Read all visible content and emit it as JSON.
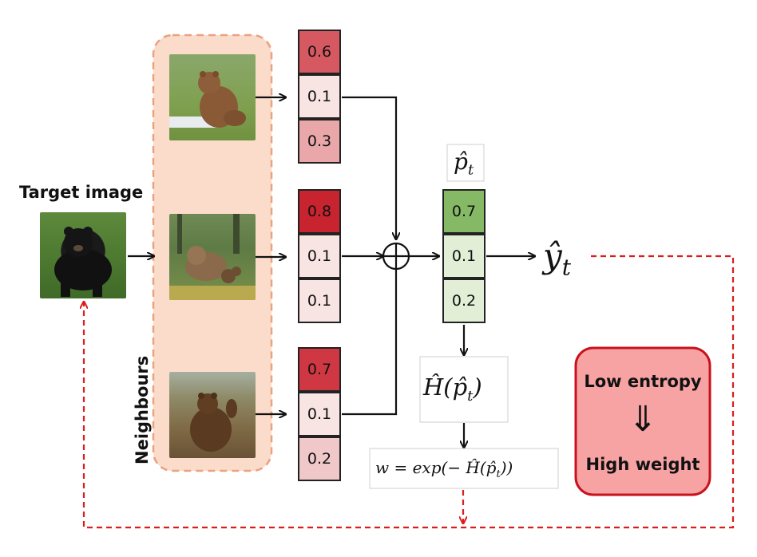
{
  "labels": {
    "target_image": "Target image",
    "neighbours": "Neighbours"
  },
  "neighbour_probs": [
    [
      "0.6",
      "0.1",
      "0.3"
    ],
    [
      "0.8",
      "0.1",
      "0.1"
    ],
    [
      "0.7",
      "0.1",
      "0.2"
    ]
  ],
  "aggregated_probs": [
    "0.7",
    "0.1",
    "0.2"
  ],
  "math": {
    "p_hat": "p̂",
    "p_hat_sub": "t",
    "y_hat": "ŷ",
    "y_hat_sub": "t",
    "entropy": "Ĥ(p̂",
    "entropy_sub": "t",
    "entropy_close": ")",
    "weight": "w = exp(− Ĥ(p̂",
    "weight_sub": "t",
    "weight_close": "))"
  },
  "callout": {
    "top": "Low entropy",
    "arrow": "⇓",
    "bottom": "High weight"
  },
  "colors": {
    "neighbour_panel": "#fbdccb",
    "neighbour_panel_border": "#e9a37f",
    "prob_red_strong": "#c8242f",
    "prob_red_mid": "#d65962",
    "prob_red_light": "#e9a7aa",
    "prob_red_pale": "#f9e4e4",
    "prob_green_strong": "#86b966",
    "prob_green_pale": "#e2efd6",
    "feedback_dashed": "#d91e1e",
    "callout_fill": "#f7a3a4",
    "callout_border": "#c8121d"
  }
}
